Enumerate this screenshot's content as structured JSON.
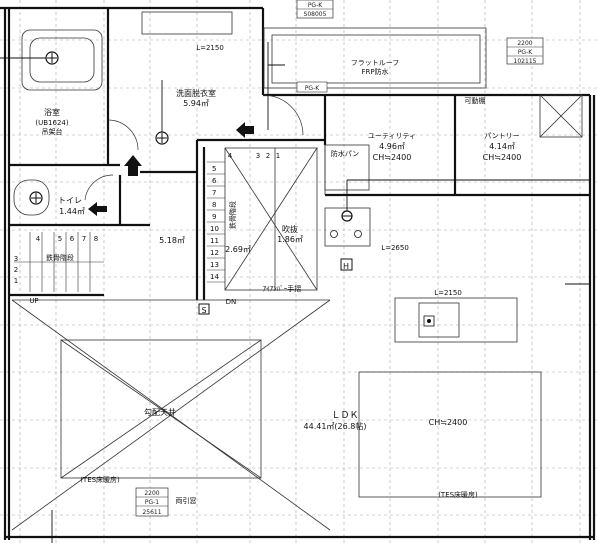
{
  "rooms": {
    "bath": {
      "name": "浴室",
      "spec": "(UB1624)",
      "note": "吊架台"
    },
    "washroom": {
      "name": "洗面脱衣室",
      "area": "5.94㎡"
    },
    "toilet": {
      "name": "トイレ",
      "area": "1.44㎡"
    },
    "hall": {
      "area": "5.18㎡"
    },
    "stair_area": {
      "area": "2.69㎡"
    },
    "void": {
      "name": "吹抜",
      "area": "1.86㎡"
    },
    "utility": {
      "name": "ユーティリティ",
      "area": "4.96㎡",
      "ceiling": "CH≒2400"
    },
    "pantry": {
      "name": "パントリー",
      "area": "4.14㎡",
      "ceiling": "CH≒2400"
    },
    "ldk": {
      "name": "ＬＤＫ",
      "area": "44.41㎡(26.8帖)",
      "ceiling": "CH≒2400"
    }
  },
  "labels": {
    "flat_roof": "フラットルーフ",
    "frp": "FRP防水",
    "movable_shelf": "可動棚",
    "waterproof_pan": "防水パン",
    "stair_left": "鉄骨階段",
    "stair_center": "鉄骨階段",
    "handrail": "ｱｲｱﾝﾊﾞｰ手摺",
    "sloped_ceiling": "勾配天井",
    "floor_heat_left": "(TES床暖房)",
    "floor_heat_right": "(TES床暖房)",
    "double_slide": "両引窓",
    "up": "UP",
    "dn": "DN",
    "s_mark": "S",
    "h_mark": "H",
    "dim_top": "L=2150",
    "dim_kitchen": "L=2650",
    "dim_island": "L=2150",
    "stair_steps_center_top": [
      "4",
      "3",
      "2",
      "1"
    ],
    "stair_steps_center_side": [
      "5",
      "6",
      "7",
      "8",
      "9",
      "10",
      "11",
      "12",
      "13",
      "14"
    ],
    "stair_steps_left": [
      "4",
      "5",
      "6",
      "7",
      "8"
    ],
    "stair_steps_left_low": [
      "1",
      "2",
      "3"
    ]
  },
  "tags": {
    "top": {
      "line1": "PG-K",
      "line2": "S08005"
    },
    "right": {
      "line1": "2200",
      "line2": "PG-K",
      "line3": "102115"
    },
    "bottom": {
      "line1": "2200",
      "line2": "PG-1",
      "line3": "25611"
    },
    "mid_pgk": {
      "line1": "PG-K"
    }
  },
  "colors": {
    "wall": "#111111",
    "grid": "#9a9a9a",
    "light": "#bbbbbb"
  }
}
